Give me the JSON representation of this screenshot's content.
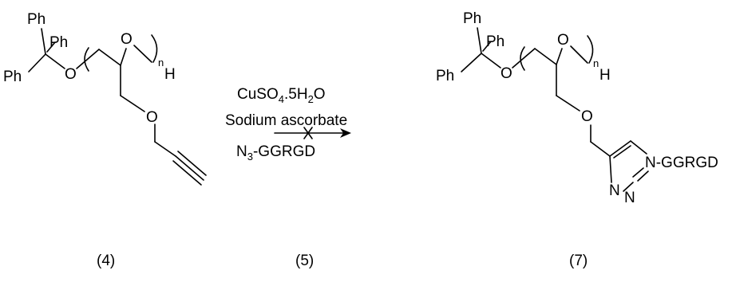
{
  "left": {
    "ph_top": "Ph",
    "ph_mid": "Ph",
    "ph_left": "Ph",
    "o_trityl": "O",
    "o_chain": "O",
    "subscript_n": "n",
    "h_end": "H",
    "o_ether": "O"
  },
  "reagents": {
    "line1_main": "CuSO",
    "line1_sub": "4",
    "line1_rest": ".5H",
    "line1_sub2": "2",
    "line1_end": "O",
    "line2": "Sodium ascorbate",
    "line3_main": "N",
    "line3_sub": "3",
    "line3_rest": "-GGRGD"
  },
  "right": {
    "ph_top": "Ph",
    "ph_mid": "Ph",
    "ph_left": "Ph",
    "o_trityl": "O",
    "o_chain": "O",
    "subscript_n": "n",
    "h_end": "H",
    "o_ether": "O",
    "n1_label": "N",
    "peptide": "-GGRGD",
    "n2": "N",
    "n3": "N"
  },
  "labels": {
    "compound_left": "(4)",
    "compound_reagent": "(5)",
    "compound_right": "(7)"
  }
}
